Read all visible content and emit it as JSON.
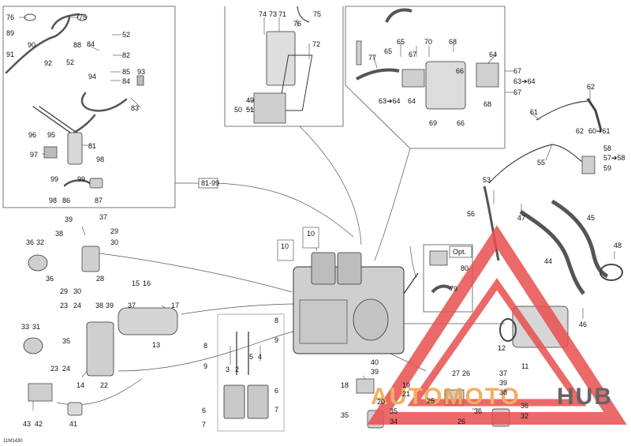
{
  "diagram": {
    "reference_code": "11M1430",
    "center_callout": "81-99",
    "option_label": "Opt.",
    "watermark": {
      "word_a": "AUTOMOTO",
      "word_b": "HUB",
      "color_a": "#f0a24a",
      "color_b": "#4a4a4a",
      "triangle_color": "#e85050"
    },
    "part_labels": [
      {
        "id": "p1",
        "text": "76"
      },
      {
        "id": "p2",
        "text": "75"
      },
      {
        "id": "p3",
        "text": "89"
      },
      {
        "id": "p4",
        "text": "88"
      },
      {
        "id": "p5",
        "text": "84"
      },
      {
        "id": "p6",
        "text": "52"
      },
      {
        "id": "p7",
        "text": "90"
      },
      {
        "id": "p8",
        "text": "91"
      },
      {
        "id": "p9",
        "text": "92"
      },
      {
        "id": "p10",
        "text": "52"
      },
      {
        "id": "p11",
        "text": "82"
      },
      {
        "id": "p12",
        "text": "85"
      },
      {
        "id": "p13",
        "text": "84"
      },
      {
        "id": "p14",
        "text": "93"
      },
      {
        "id": "p15",
        "text": "94"
      },
      {
        "id": "p16",
        "text": "83"
      },
      {
        "id": "p17",
        "text": "96"
      },
      {
        "id": "p18",
        "text": "95"
      },
      {
        "id": "p19",
        "text": "81"
      },
      {
        "id": "p20",
        "text": "97"
      },
      {
        "id": "p21",
        "text": "98"
      },
      {
        "id": "p22",
        "text": "99"
      },
      {
        "id": "p23",
        "text": "99"
      },
      {
        "id": "p24",
        "text": "98"
      },
      {
        "id": "p25",
        "text": "86"
      },
      {
        "id": "p26",
        "text": "87"
      },
      {
        "id": "p27",
        "text": "74"
      },
      {
        "id": "p28",
        "text": "73"
      },
      {
        "id": "p29",
        "text": "71"
      },
      {
        "id": "p30",
        "text": "75"
      },
      {
        "id": "p31",
        "text": "76"
      },
      {
        "id": "p32",
        "text": "72"
      },
      {
        "id": "p33",
        "text": "49"
      },
      {
        "id": "p34",
        "text": "50"
      },
      {
        "id": "p35",
        "text": "51"
      },
      {
        "id": "p36",
        "text": "65"
      },
      {
        "id": "p37",
        "text": "70"
      },
      {
        "id": "p38",
        "text": "68"
      },
      {
        "id": "p39",
        "text": "77"
      },
      {
        "id": "p40",
        "text": "65"
      },
      {
        "id": "p41",
        "text": "67"
      },
      {
        "id": "p42",
        "text": "64"
      },
      {
        "id": "p43",
        "text": "66"
      },
      {
        "id": "p44",
        "text": "67"
      },
      {
        "id": "p45",
        "text": "63➔64"
      },
      {
        "id": "p46",
        "text": "67"
      },
      {
        "id": "p47",
        "text": "63➔64"
      },
      {
        "id": "p48",
        "text": "64"
      },
      {
        "id": "p49",
        "text": "68"
      },
      {
        "id": "p50",
        "text": "69"
      },
      {
        "id": "p51",
        "text": "66"
      },
      {
        "id": "p52",
        "text": "62"
      },
      {
        "id": "p53",
        "text": "61"
      },
      {
        "id": "p54",
        "text": "62"
      },
      {
        "id": "p55",
        "text": "60➔61"
      },
      {
        "id": "p56",
        "text": "58"
      },
      {
        "id": "p57",
        "text": "57➔58"
      },
      {
        "id": "p58",
        "text": "55"
      },
      {
        "id": "p59",
        "text": "59"
      },
      {
        "id": "p60",
        "text": "53"
      },
      {
        "id": "p61",
        "text": "56"
      },
      {
        "id": "p62",
        "text": "47"
      },
      {
        "id": "p63",
        "text": "45"
      },
      {
        "id": "p64",
        "text": "48"
      },
      {
        "id": "p65",
        "text": "44"
      },
      {
        "id": "p66",
        "text": "80"
      },
      {
        "id": "p67",
        "text": "79"
      },
      {
        "id": "p68",
        "text": "46"
      },
      {
        "id": "p69",
        "text": "12"
      },
      {
        "id": "p70",
        "text": "11"
      },
      {
        "id": "p71",
        "text": "10"
      },
      {
        "id": "p72",
        "text": "10"
      },
      {
        "id": "p73",
        "text": "39"
      },
      {
        "id": "p74",
        "text": "37"
      },
      {
        "id": "p75",
        "text": "38"
      },
      {
        "id": "p76",
        "text": "29"
      },
      {
        "id": "p77",
        "text": "30"
      },
      {
        "id": "p78",
        "text": "36"
      },
      {
        "id": "p79",
        "text": "32"
      },
      {
        "id": "p80",
        "text": "36"
      },
      {
        "id": "p81",
        "text": "28"
      },
      {
        "id": "p82",
        "text": "29"
      },
      {
        "id": "p83",
        "text": "30"
      },
      {
        "id": "p84",
        "text": "15"
      },
      {
        "id": "p85",
        "text": "16"
      },
      {
        "id": "p86",
        "text": "23"
      },
      {
        "id": "p87",
        "text": "24"
      },
      {
        "id": "p88",
        "text": "38"
      },
      {
        "id": "p89",
        "text": "39"
      },
      {
        "id": "p90",
        "text": "37"
      },
      {
        "id": "p91",
        "text": "17"
      },
      {
        "id": "p92",
        "text": "33"
      },
      {
        "id": "p93",
        "text": "31"
      },
      {
        "id": "p94",
        "text": "35"
      },
      {
        "id": "p95",
        "text": "13"
      },
      {
        "id": "p96",
        "text": "23"
      },
      {
        "id": "p97",
        "text": "24"
      },
      {
        "id": "p98",
        "text": "14"
      },
      {
        "id": "p99",
        "text": "22"
      },
      {
        "id": "p100",
        "text": "43"
      },
      {
        "id": "p101",
        "text": "42"
      },
      {
        "id": "p102",
        "text": "41"
      },
      {
        "id": "p103",
        "text": "8"
      },
      {
        "id": "p104",
        "text": "8"
      },
      {
        "id": "p105",
        "text": "9"
      },
      {
        "id": "p106",
        "text": "9"
      },
      {
        "id": "p107",
        "text": "3"
      },
      {
        "id": "p108",
        "text": "2"
      },
      {
        "id": "p109",
        "text": "5"
      },
      {
        "id": "p110",
        "text": "4"
      },
      {
        "id": "p111",
        "text": "6"
      },
      {
        "id": "p112",
        "text": "6"
      },
      {
        "id": "p113",
        "text": "7"
      },
      {
        "id": "p114",
        "text": "7"
      },
      {
        "id": "p115",
        "text": "40"
      },
      {
        "id": "p116",
        "text": "39"
      },
      {
        "id": "p117",
        "text": "18"
      },
      {
        "id": "p118",
        "text": "19"
      },
      {
        "id": "p119",
        "text": "21"
      },
      {
        "id": "p120",
        "text": "20"
      },
      {
        "id": "p121",
        "text": "35"
      },
      {
        "id": "p122",
        "text": "35"
      },
      {
        "id": "p123",
        "text": "34"
      },
      {
        "id": "p124",
        "text": "27"
      },
      {
        "id": "p125",
        "text": "26"
      },
      {
        "id": "p126",
        "text": "37"
      },
      {
        "id": "p127",
        "text": "39"
      },
      {
        "id": "p128",
        "text": "38"
      },
      {
        "id": "p129",
        "text": "25"
      },
      {
        "id": "p130",
        "text": "36"
      },
      {
        "id": "p131",
        "text": "36"
      },
      {
        "id": "p132",
        "text": "32"
      },
      {
        "id": "p133",
        "text": "26"
      }
    ]
  }
}
